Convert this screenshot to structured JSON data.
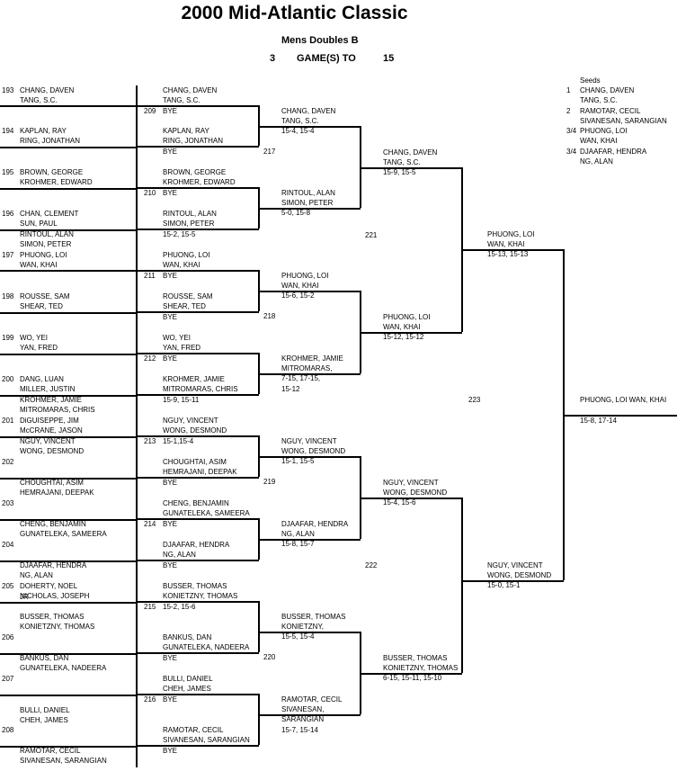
{
  "title": "2000 Mid-Atlantic Classic",
  "event": "Mens Doubles B",
  "games_num": "3",
  "games_label": "GAME(S) TO",
  "points": "15",
  "seeds": {
    "label": "Seeds",
    "list": [
      {
        "num": "1",
        "p1": "CHANG, DAVEN",
        "p2": "TANG, S.C."
      },
      {
        "num": "2",
        "p1": "RAMOTAR, CECIL",
        "p2": "SIVANESAN, SARANGIAN"
      },
      {
        "num": "3/4",
        "p1": "PHUONG, LOI",
        "p2": "WAN, KHAI"
      },
      {
        "num": "3/4",
        "p1": "DJAAFAR, HENDRA",
        "p2": "NG, ALAN"
      }
    ]
  },
  "round1": [
    {
      "num": "193",
      "p1": "CHANG, DAVEN",
      "p2": "TANG, S.C."
    },
    {
      "num": "194",
      "p1": "KAPLAN, RAY",
      "p2": "RING, JONATHAN"
    },
    {
      "num": "195",
      "p1": "BROWN, GEORGE",
      "p2": "KROHMER, EDWARD"
    },
    {
      "num": "196",
      "p1": "CHAN, CLEMENT",
      "p2": "SUN, PAUL"
    },
    {
      "num": "",
      "p1": "RINTOUL, ALAN",
      "p2": "SIMON, PETER"
    },
    {
      "num": "197",
      "p1": "PHUONG, LOI",
      "p2": "WAN, KHAI"
    },
    {
      "num": "198",
      "p1": "ROUSSE, SAM",
      "p2": "SHEAR, TED"
    },
    {
      "num": "199",
      "p1": "WO, YEI",
      "p2": "YAN, FRED"
    },
    {
      "num": "200",
      "p1": "DANG, LUAN",
      "p2": "MILLER, JUSTIN"
    },
    {
      "num": "",
      "p1": "KROHMER, JAMIE",
      "p2": "MITROMARAS, CHRIS"
    },
    {
      "num": "201",
      "p1": "DiGUISEPPE, JIM",
      "p2": "McCRANE, JASON"
    },
    {
      "num": "",
      "p1": "NGUY, VINCENT",
      "p2": "WONG, DESMOND"
    },
    {
      "num": "202",
      "p1": "",
      "p2": ""
    },
    {
      "num": "",
      "p1": "CHOUGHTAI, ASIM",
      "p2": "HEMRAJANI, DEEPAK"
    },
    {
      "num": "203",
      "p1": "",
      "p2": ""
    },
    {
      "num": "",
      "p1": "CHENG, BENJAMIN",
      "p2": "GUNATELEKA, SAMEERA"
    },
    {
      "num": "204",
      "p1": "",
      "p2": ""
    },
    {
      "num": "",
      "p1": "DJAAFAR, HENDRA",
      "p2": "NG, ALAN"
    },
    {
      "num": "205",
      "p1": "DOHERTY, NOEL",
      "p2": "NICHOLAS, JOSEPH"
    },
    {
      "num": "",
      "p1": "JR",
      "p2": ""
    },
    {
      "num": "",
      "p1": "BUSSER, THOMAS",
      "p2": "KONIETZNY, THOMAS"
    },
    {
      "num": "206",
      "p1": "",
      "p2": ""
    },
    {
      "num": "",
      "p1": "BANKUS, DAN",
      "p2": "GUNATELEKA, NADEERA"
    },
    {
      "num": "207",
      "p1": "",
      "p2": ""
    },
    {
      "num": "",
      "p1": "BULLI, DANIEL",
      "p2": "CHEH, JAMES"
    },
    {
      "num": "208",
      "p1": "",
      "p2": ""
    },
    {
      "num": "",
      "p1": "RAMOTAR, CECIL",
      "p2": "SIVANESAN, SARANGIAN"
    }
  ],
  "round2": [
    {
      "p1": "CHANG, DAVEN",
      "p2": "TANG, S.C.",
      "num": "209",
      "bye": "BYE"
    },
    {
      "p1": "KAPLAN, RAY",
      "p2": "RING, JONATHAN",
      "bye": "BYE"
    },
    {
      "p1": "BROWN, GEORGE",
      "p2": "KROHMER, EDWARD",
      "num": "210",
      "bye": "BYE"
    },
    {
      "p1": "RINTOUL, ALAN",
      "p2": "SIMON, PETER",
      "score": "15-2, 15-5"
    },
    {
      "p1": "PHUONG, LOI",
      "p2": "WAN, KHAI",
      "num": "211",
      "bye": "BYE"
    },
    {
      "p1": "ROUSSE, SAM",
      "p2": "SHEAR, TED",
      "bye": "BYE"
    },
    {
      "p1": "WO, YEI",
      "p2": "YAN, FRED",
      "num": "212",
      "bye": "BYE"
    },
    {
      "p1": "KROHMER, JAMIE",
      "p2": "MITROMARAS, CHRIS",
      "score": "15-9, 15-11"
    },
    {
      "p1": "NGUY, VINCENT",
      "p2": "WONG, DESMOND",
      "num": "213",
      "score": "15-1,15-4"
    },
    {
      "p1": "CHOUGHTAI, ASIM",
      "p2": "HEMRAJANI, DEEPAK",
      "bye": "BYE"
    },
    {
      "p1": "CHENG, BENJAMIN",
      "p2": "GUNATELEKA, SAMEERA",
      "num": "214",
      "bye": "BYE"
    },
    {
      "p1": "DJAAFAR, HENDRA",
      "p2": "NG, ALAN",
      "bye": "BYE"
    },
    {
      "p1": "BUSSER, THOMAS",
      "p2": "KONIETZNY, THOMAS",
      "num": "215",
      "score": "15-2, 15-6"
    },
    {
      "p1": "BANKUS, DAN",
      "p2": "GUNATELEKA, NADEERA",
      "bye": "BYE"
    },
    {
      "p1": "BULLI, DANIEL",
      "p2": "CHEH, JAMES",
      "num": "216",
      "bye": "BYE"
    },
    {
      "p1": "RAMOTAR, CECIL",
      "p2": "SIVANESAN, SARANGIAN",
      "bye": "BYE"
    }
  ],
  "round3": [
    {
      "p1": "CHANG, DAVEN",
      "p2": "TANG, S.C.",
      "score": "15-4, 15-4",
      "num": "217"
    },
    {
      "p1": "RINTOUL, ALAN",
      "p2": "SIMON, PETER",
      "score": "5-0, 15-8"
    },
    {
      "p1": "PHUONG, LOI",
      "p2": "WAN, KHAI",
      "score": "15-6, 15-2",
      "num": "218"
    },
    {
      "p1": "KROHMER, JAMIE",
      "p2": "MITROMARAS,",
      "score": "7-15, 17-15,",
      "score2": "15-12"
    },
    {
      "p1": "NGUY, VINCENT",
      "p2": "WONG, DESMOND",
      "score": "15-1, 15-5",
      "num": "219"
    },
    {
      "p1": "DJAAFAR, HENDRA",
      "p2": "NG, ALAN",
      "score": "15-8, 15-7"
    },
    {
      "p1": "BUSSER, THOMAS",
      "p2": "KONIETZNY,",
      "score": "15-5, 15-4",
      "num": "220"
    },
    {
      "p1": "RAMOTAR, CECIL",
      "p2": "SIVANESAN,",
      "p3": "SARANGIAN",
      "score": "15-7, 15-14"
    }
  ],
  "round4": [
    {
      "p1": "CHANG, DAVEN",
      "p2": "TANG, S.C.",
      "score": "15-9, 15-5",
      "num": "221"
    },
    {
      "p1": "PHUONG, LOI",
      "p2": "WAN, KHAI",
      "score": "15-12, 15-12"
    },
    {
      "p1": "NGUY, VINCENT",
      "p2": "WONG, DESMOND",
      "score": "15-4, 15-6",
      "num": "222"
    },
    {
      "p1": "BUSSER, THOMAS",
      "p2": "KONIETZNY, THOMAS",
      "score": "6-15, 15-11, 15-10"
    }
  ],
  "round5": [
    {
      "p1": "PHUONG, LOI",
      "p2": "WAN, KHAI",
      "score": "15-13, 15-13",
      "num": "223"
    },
    {
      "p1": "NGUY, VINCENT",
      "p2": "WONG, DESMOND",
      "score": "15-0, 15-1"
    }
  ],
  "final": {
    "winner": "PHUONG, LOI WAN, KHAI",
    "score": "15-8, 17-14"
  }
}
